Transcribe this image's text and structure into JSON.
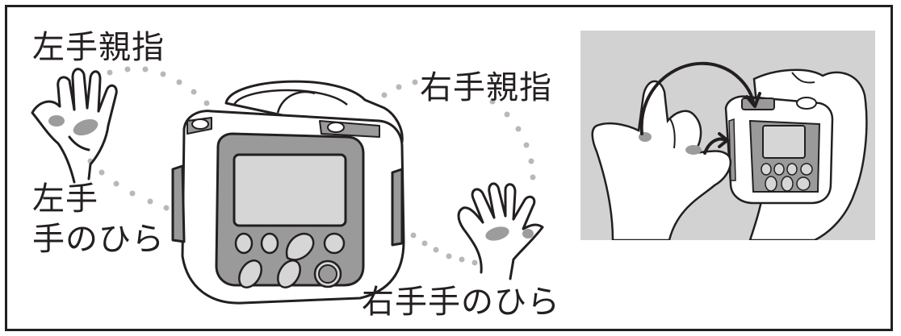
{
  "labels": {
    "left_thumb": "左手親指",
    "right_thumb": "右手親指",
    "left_hand": "左手",
    "left_palm": "手のひら",
    "right_palm": "右手手のひら"
  },
  "colors": {
    "line": "#231f20",
    "dots": "#b9b8b8",
    "device_gray": "#9a9a9a",
    "screen": "#d6d6d6",
    "palm_mark": "#9c9c9c",
    "photo_bg": "#d3d2d2"
  },
  "icons": [
    "left-hand-icon",
    "right-hand-icon",
    "blood-pressure-monitor-icon",
    "hands-holding-monitor-photo",
    "curved-arrow-icon"
  ]
}
